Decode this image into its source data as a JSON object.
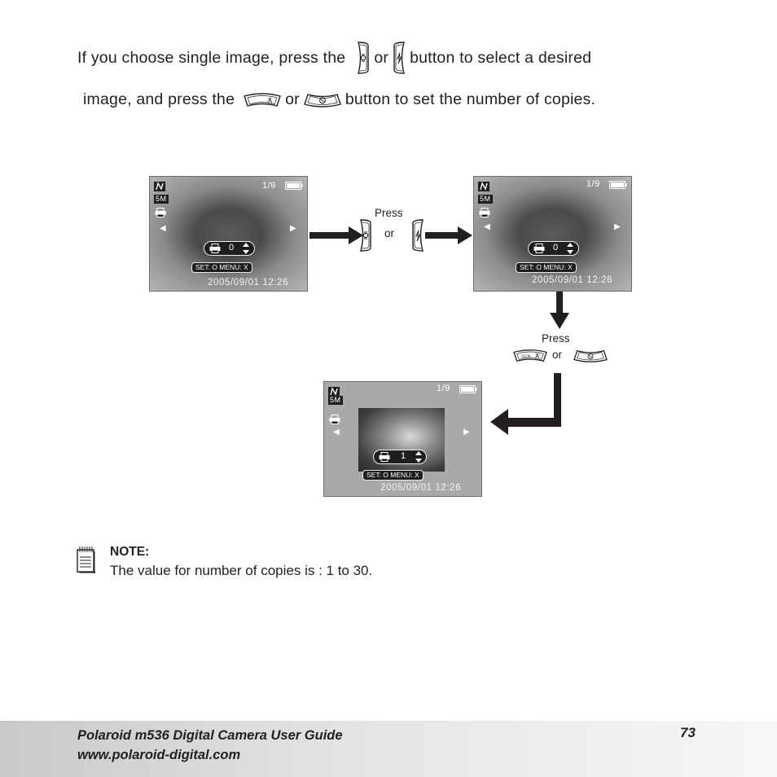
{
  "instruction": {
    "line1_part1": "If you choose single image, press the",
    "line1_or": "or",
    "line1_part2": "button to select a desired",
    "line2_part1": "image, and press  the",
    "line2_or": "or",
    "line2_part2": "button to set the number of copies."
  },
  "screens": {
    "first": {
      "counter": "1/9",
      "copies": "0",
      "set_bar": "SET: O  MENU: X",
      "date": "2005/09/01  12:26",
      "size_badge": "5M"
    },
    "second": {
      "counter": "1/9",
      "copies": "0",
      "set_bar": "SET: O  MENU: X",
      "date": "2005/09/01  12:26",
      "size_badge": "5M"
    },
    "third": {
      "counter": "1/9",
      "copies": "1",
      "set_bar": "SET: O  MENU: X",
      "date": "2005/09/01  12:26",
      "size_badge": "5M"
    }
  },
  "steps": {
    "step1": {
      "press": "Press",
      "or": "or"
    },
    "step2": {
      "press": "Press",
      "or": "or"
    }
  },
  "button_text": {
    "scene": "SCN"
  },
  "note": {
    "title": "NOTE:",
    "body": "The  value for number of copies is : 1 to 30."
  },
  "footer": {
    "title": "Polaroid m536 Digital Camera User Guide",
    "url": "www.polaroid-digital.com",
    "page": "73"
  }
}
